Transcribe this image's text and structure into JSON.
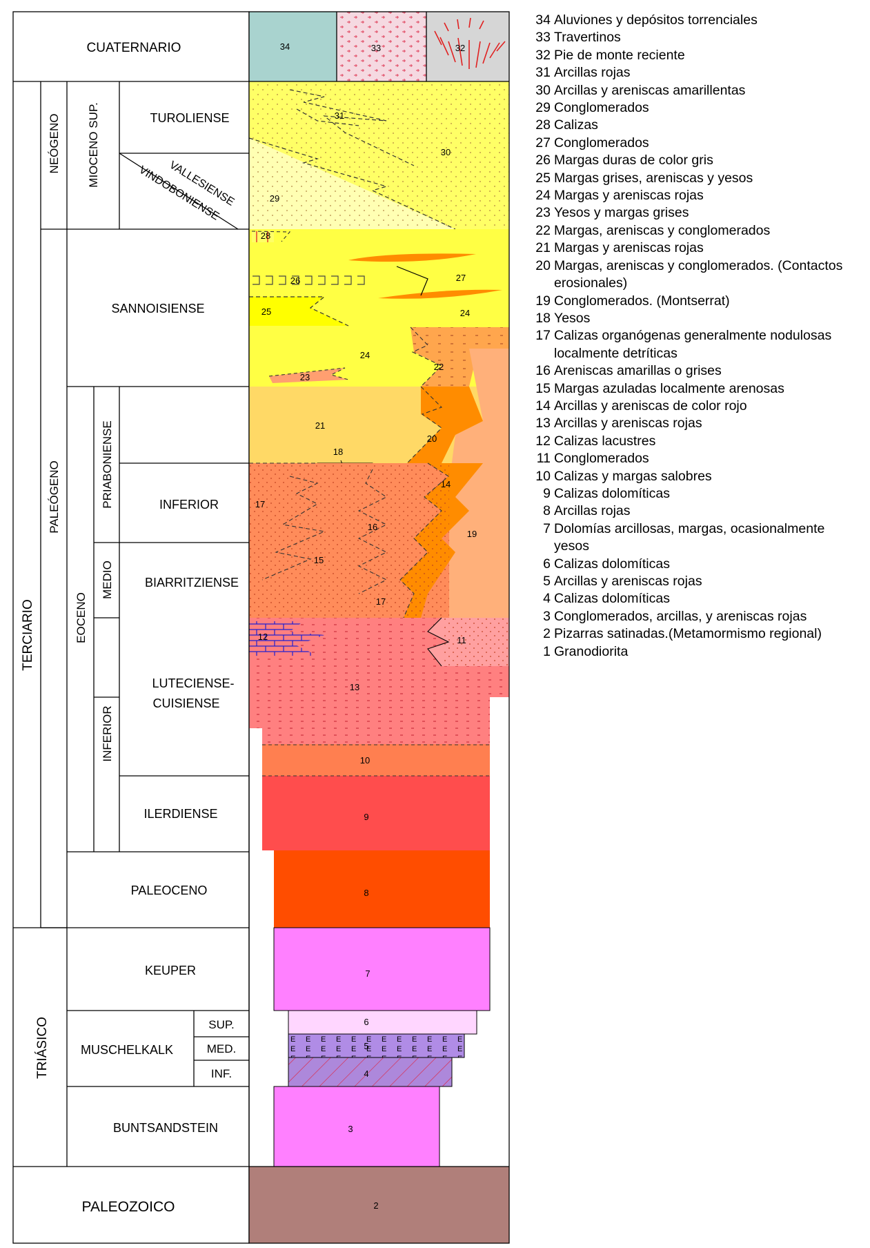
{
  "chronology": {
    "cuaternario": "CUATERNARIO",
    "terciario": "TERCIARIO",
    "neogeno": "NEÓGENO",
    "paleogeno": "PALEÓGENO",
    "mioceno_sup": "MIOCENO SUP.",
    "turoliense": "TUROLIENSE",
    "vallesiense": "VALLESIENSE",
    "vindoboniense": "VINDOBONIENSE",
    "sannoisiense": "SANNOISIENSE",
    "eoceno": "EOCENO",
    "priaboniense": "PRIABONIENSE",
    "inferior_priab": "INFERIOR",
    "medio": "MEDIO",
    "biarritziense": "BIARRITZIENSE",
    "luteciense_1": "LUTECIENSE-",
    "luteciense_2": "CUISIENSE",
    "inferior_eoc": "INFERIOR",
    "ilerdiense": "ILERDIENSE",
    "paleoceno": "PALEOCENO",
    "triasico": "TRIÁSICO",
    "keuper": "KEUPER",
    "muschelkalk": "MUSCHELKALK",
    "sup": "SUP.",
    "med": "MED.",
    "inf": "INF.",
    "buntsandstein": "BUNTSANDSTEIN",
    "paleozoico": "PALEOZOICO"
  },
  "unit_numbers": {
    "u2": "2",
    "u3": "3",
    "u4": "4",
    "u5": "5",
    "u6": "6",
    "u7": "7",
    "u8": "8",
    "u9": "9",
    "u10": "10",
    "u11": "11",
    "u12": "12",
    "u13": "13",
    "u14": "14",
    "u15": "15",
    "u16": "16",
    "u17a": "17",
    "u17b": "17",
    "u18": "18",
    "u19": "19",
    "u20": "20",
    "u21": "21",
    "u22": "22",
    "u23": "23",
    "u24a": "24",
    "u24b": "24",
    "u25": "25",
    "u26": "26",
    "u27": "27",
    "u28": "28",
    "u29": "29",
    "u30": "30",
    "u31": "31",
    "u32": "32",
    "u33": "33",
    "u34": "34"
  },
  "colors": {
    "u34": "#a9d3cf",
    "u33": "#f5d9e1",
    "u32": "#d6d6d6",
    "u30": "#ffff66",
    "u29": "#ffffb3",
    "u24": "#ffff44",
    "u25": "#ffff00",
    "u22": "#ffa64d",
    "u21": "#ffd966",
    "u20": "#ff8c00",
    "u19": "#ffb07a",
    "u18": "#ff2a00",
    "u15": "#ff8c5a",
    "u13": "#ff8080",
    "u10": "#ff7f50",
    "u9": "#ff4d4d",
    "u8": "#ff4d00",
    "u7": "#ff80ff",
    "u6": "#ffd6ff",
    "u5": "#b08ce6",
    "u4": "#ad88db",
    "u3": "#ff80ff",
    "u2": "#b07f7a"
  },
  "legend": [
    {
      "num": "34",
      "text": "Aluviones y depósitos torrenciales"
    },
    {
      "num": "33",
      "text": "Travertinos"
    },
    {
      "num": "32",
      "text": "Pie de monte reciente"
    },
    {
      "num": "31",
      "text": "Arcillas rojas"
    },
    {
      "num": "30",
      "text": "Arcillas y areniscas amarillentas"
    },
    {
      "num": "29",
      "text": "Conglomerados"
    },
    {
      "num": "28",
      "text": "Calizas"
    },
    {
      "num": "27",
      "text": "Conglomerados"
    },
    {
      "num": "26",
      "text": "Margas duras de color gris"
    },
    {
      "num": "25",
      "text": "Margas grises, areniscas y yesos"
    },
    {
      "num": "24",
      "text": "Margas y areniscas rojas"
    },
    {
      "num": "23",
      "text": "Yesos y margas grises"
    },
    {
      "num": "22",
      "text": "Margas, areniscas y conglomerados"
    },
    {
      "num": "21",
      "text": "Margas y areniscas rojas"
    },
    {
      "num": "20",
      "text": "Margas, areniscas y conglomerados. (Contactos erosionales)"
    },
    {
      "num": "19",
      "text": "Conglomerados. (Montserrat)"
    },
    {
      "num": "18",
      "text": "Yesos"
    },
    {
      "num": "17",
      "text": "Calizas organógenas generalmente nodulosas localmente detríticas"
    },
    {
      "num": "16",
      "text": "Areniscas amarillas o grises"
    },
    {
      "num": "15",
      "text": "Margas azuladas localmente arenosas"
    },
    {
      "num": "14",
      "text": "Arcillas y areniscas de color rojo"
    },
    {
      "num": "13",
      "text": "Arcillas y areniscas rojas"
    },
    {
      "num": "12",
      "text": "Calizas lacustres"
    },
    {
      "num": "11",
      "text": "Conglomerados"
    },
    {
      "num": "10",
      "text": "Calizas y margas salobres"
    },
    {
      "num": "9",
      "text": "Calizas dolomíticas"
    },
    {
      "num": "8",
      "text": "Arcillas rojas"
    },
    {
      "num": "7",
      "text": "Dolomías arcillosas, margas, ocasionalmente yesos"
    },
    {
      "num": "6",
      "text": "Calizas dolomíticas"
    },
    {
      "num": "5",
      "text": "Arcillas y areniscas rojas"
    },
    {
      "num": "4",
      "text": "Calizas dolomíticas"
    },
    {
      "num": "3",
      "text": "Conglomerados, arcillas, y areniscas rojas"
    },
    {
      "num": "2",
      "text": "Pizarras satinadas.(Metamormismo regional)"
    },
    {
      "num": "1",
      "text": "Granodiorita"
    }
  ]
}
